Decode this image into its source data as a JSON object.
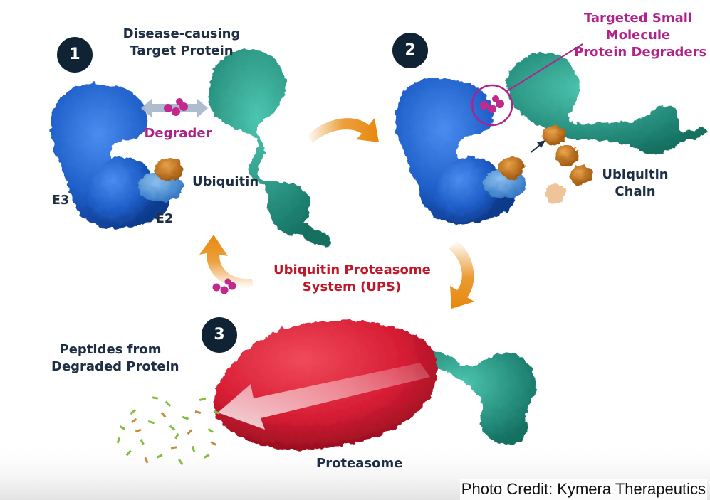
{
  "steps": [
    "1",
    "2",
    "3"
  ],
  "labels": {
    "target_protein": [
      "Disease-causing",
      "Target Protein"
    ],
    "degrader": "Degrader",
    "ubiquitin": "Ubiquitin",
    "e3": "E3",
    "e2": "E2",
    "targeted_degraders": [
      "Targeted Small",
      "Molecule",
      "Protein Degraders"
    ],
    "ubiquitin_chain": [
      "Ubiquitin",
      "Chain"
    ],
    "ups": [
      "Ubiquitin Proteasome",
      "System (UPS)"
    ],
    "peptides": [
      "Peptides from",
      "Degraded Protein"
    ],
    "proteasome": "Proteasome"
  },
  "credit": "Photo Credit: Kymera Therapeutics",
  "colors": {
    "e3_blue": "#1f5fc9",
    "e2_blue": "#3f86d6",
    "target_teal": "#1f9a87",
    "ubiquitin_orange": "#c87016",
    "degrader_magenta": "#c2298f",
    "proteasome_red": "#d71d34",
    "arrow_orange": "#e8880e",
    "step_navy": "#0f2335",
    "peptide_green": "#7fbf3a"
  }
}
